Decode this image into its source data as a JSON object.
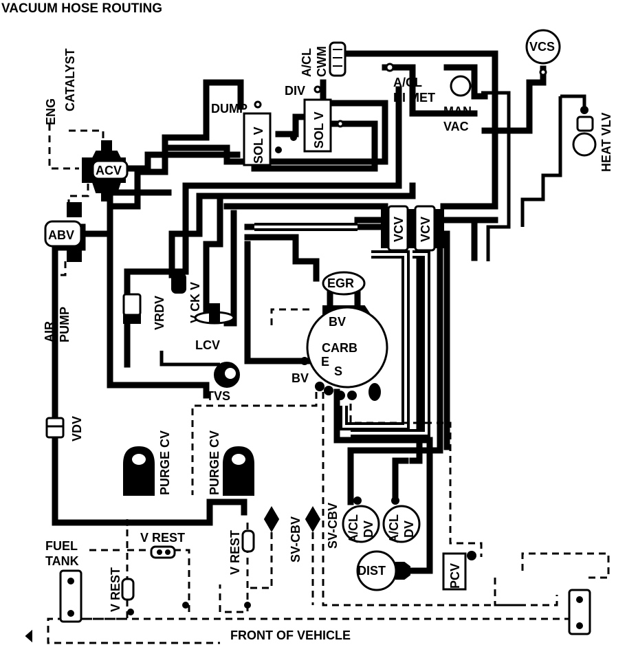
{
  "title": "VACUUM HOSE ROUTING",
  "footer": "FRONT OF VEHICLE",
  "labels": {
    "vcs": "VCS",
    "catalyst": "CATALYST",
    "eng": "ENG",
    "acl_cwm_1": "A/CL",
    "acl_cwm_2": "CWM",
    "acl_bimet_1": "A/CL",
    "acl_bimet_2": "BI MET",
    "div": "DIV",
    "dump": "DUMP",
    "sol_v_1": "SOL V",
    "sol_v_2": "SOL V",
    "man_vac_1": "MAN",
    "man_vac_2": "VAC",
    "heat_vlv": "HEAT VLV",
    "acv": "ACV",
    "abv": "ABV",
    "vcv_1": "VCV",
    "vcv_2": "VCV",
    "egr": "EGR",
    "vrdv": "VRDV",
    "v_ck_v": "V CK V",
    "air_pump_1": "AIR",
    "air_pump_2": "PUMP",
    "lcv": "LCV",
    "bv_top": "BV",
    "carb": "CARB",
    "e": "E",
    "s": "S",
    "bv_side": "BV",
    "tvs": "TVS",
    "vdv": "VDV",
    "purge_cv_1": "PURGE CV",
    "purge_cv_2": "PURGE CV",
    "sv_cbv_1": "SV-CBV",
    "sv_cbv_2": "SV-CBV",
    "acl_dv_1a": "A/CL",
    "acl_dv_1b": "DV",
    "acl_dv_2a": "A/CL",
    "acl_dv_2b": "DV",
    "fuel_tank_1": "FUEL",
    "fuel_tank_2": "TANK",
    "v_rest_h": "V REST",
    "v_rest_v1": "V REST",
    "v_rest_v2": "V REST",
    "dist": "DIST",
    "pcv": "PCV"
  }
}
